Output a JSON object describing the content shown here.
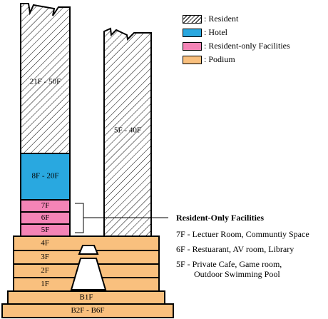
{
  "colors": {
    "resident": "#ffffff",
    "hotel": "#29a8e0",
    "facility": "#f484b6",
    "podium": "#f9c07e",
    "outline": "#000000"
  },
  "legend": [
    {
      "label": ": Resident",
      "color": "hatch",
      "swatch": "resident"
    },
    {
      "label": ": Hotel",
      "color": "#29a8e0",
      "swatch": "hotel"
    },
    {
      "label": ": Resident-only Facilities",
      "color": "#f484b6",
      "swatch": "facility"
    },
    {
      "label": ": Podium",
      "color": "#f9c07e",
      "swatch": "podium"
    }
  ],
  "tower_left": {
    "resident_label": "21F - 50F",
    "hotel_label": "8F - 20F",
    "facility_floors": [
      "7F",
      "6F",
      "5F"
    ]
  },
  "tower_right": {
    "resident_label": "5F - 40F"
  },
  "podium_floors": [
    "4F",
    "3F",
    "2F",
    "1F",
    "B1F",
    "B2F - B6F"
  ],
  "facilities": {
    "heading": "Resident-Only Facilities",
    "items": [
      {
        "lines": [
          "7F - Lectuer Room, Communtiy Space"
        ]
      },
      {
        "lines": [
          "6F - Restuarant, AV room, Library"
        ]
      },
      {
        "lines": [
          "5F - Private Cafe, Game room,",
          "Outdoor Swimming Pool"
        ]
      }
    ]
  }
}
